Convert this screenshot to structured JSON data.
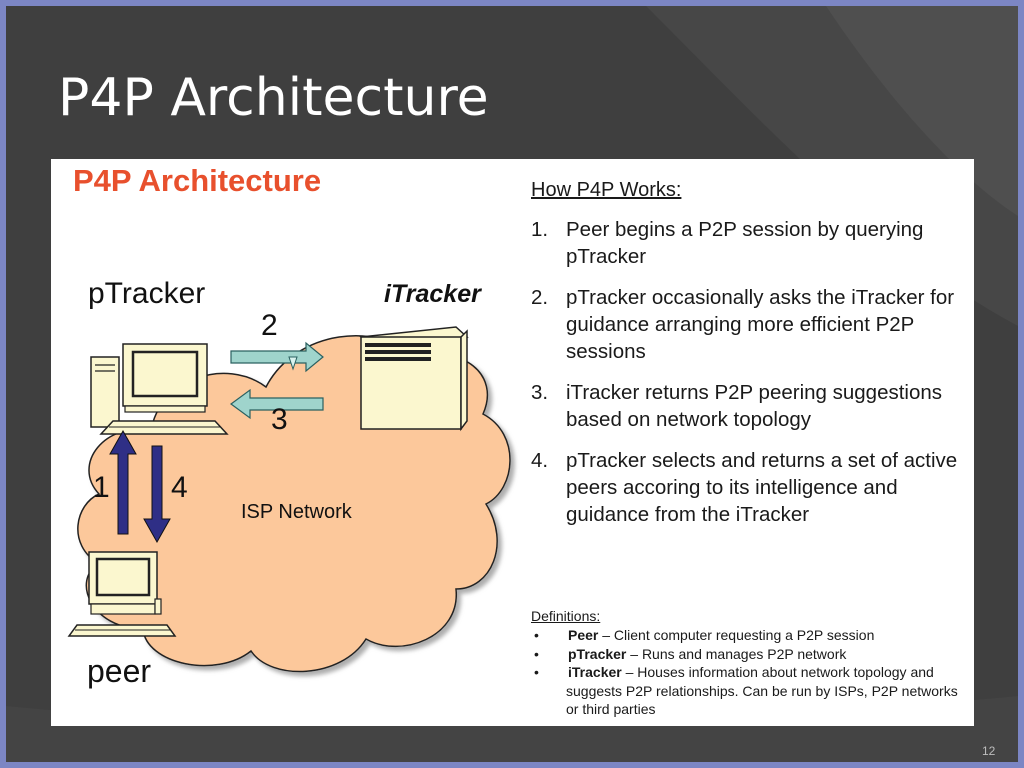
{
  "slide": {
    "title": "P4P Architecture",
    "page_number": "12"
  },
  "diagram": {
    "title": "P4P Architecture",
    "labels": {
      "ptracker": "pTracker",
      "itracker": "iTracker",
      "peer": "peer",
      "isp_network": "ISP Network"
    },
    "arrow_numbers": [
      "1",
      "2",
      "3",
      "4"
    ]
  },
  "how_it_works": {
    "heading": "How P4P Works:",
    "steps": [
      {
        "num": "1.",
        "text": "Peer begins a P2P session by querying pTracker"
      },
      {
        "num": "2.",
        "text": "pTracker occasionally asks the iTracker for guidance arranging more efficient P2P sessions"
      },
      {
        "num": "3.",
        "text": "iTracker returns P2P peering suggestions based on network topology"
      },
      {
        "num": "4.",
        "text": "pTracker selects and returns a set of active peers accoring to its intelligence and guidance from the iTracker"
      }
    ]
  },
  "definitions": {
    "heading": "Definitions:",
    "bullet": "•",
    "items": [
      {
        "term": "Peer",
        "text": " – Client computer requesting a P2P session"
      },
      {
        "term": "pTracker",
        "text": " – Runs and manages P2P network"
      },
      {
        "term": "iTracker",
        "text": " – Houses information about network topology and suggests P2P relationships. Can be run by ISPs, P2P networks or third parties"
      }
    ]
  },
  "colors": {
    "frame": "#7c86c4",
    "slide_bg": "#3f3f3f",
    "panel_title": "#e8502d",
    "cloud_fill": "#fcc89b",
    "arrow_vertical": "#2f2f86",
    "arrow_horizontal": "#9fd4cc"
  }
}
